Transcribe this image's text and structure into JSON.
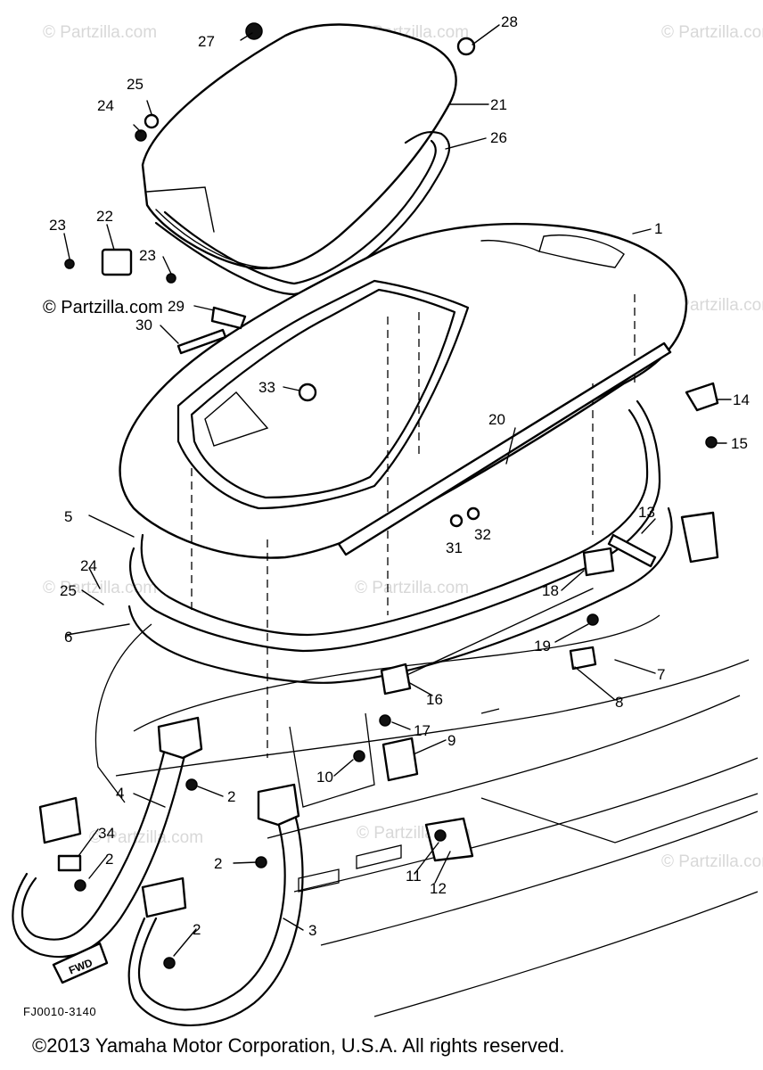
{
  "watermark": {
    "repeated_text": "© Partzilla.com",
    "side_text": "© Partzilla.com"
  },
  "figure_code": "FJ0010-3140",
  "copyright": "©2013 Yamaha Motor Corporation, U.S.A. All rights reserved.",
  "fwd_marker": "FWD",
  "callouts": {
    "c1": "1",
    "c2a": "2",
    "c2b": "2",
    "c2c": "2",
    "c2d": "2",
    "c3": "3",
    "c4": "4",
    "c5": "5",
    "c6": "6",
    "c7": "7",
    "c8": "8",
    "c9": "9",
    "c10": "10",
    "c11": "11",
    "c12": "12",
    "c13": "13",
    "c14": "14",
    "c15": "15",
    "c16": "16",
    "c17": "17",
    "c18": "18",
    "c19": "19",
    "c20": "20",
    "c21": "21",
    "c22": "22",
    "c23a": "23",
    "c23b": "23",
    "c24a": "24",
    "c24b": "24",
    "c25a": "25",
    "c25b": "25",
    "c26": "26",
    "c27": "27",
    "c28": "28",
    "c29": "29",
    "c30": "30",
    "c31": "31",
    "c32": "32",
    "c33": "33",
    "c34": "34"
  }
}
